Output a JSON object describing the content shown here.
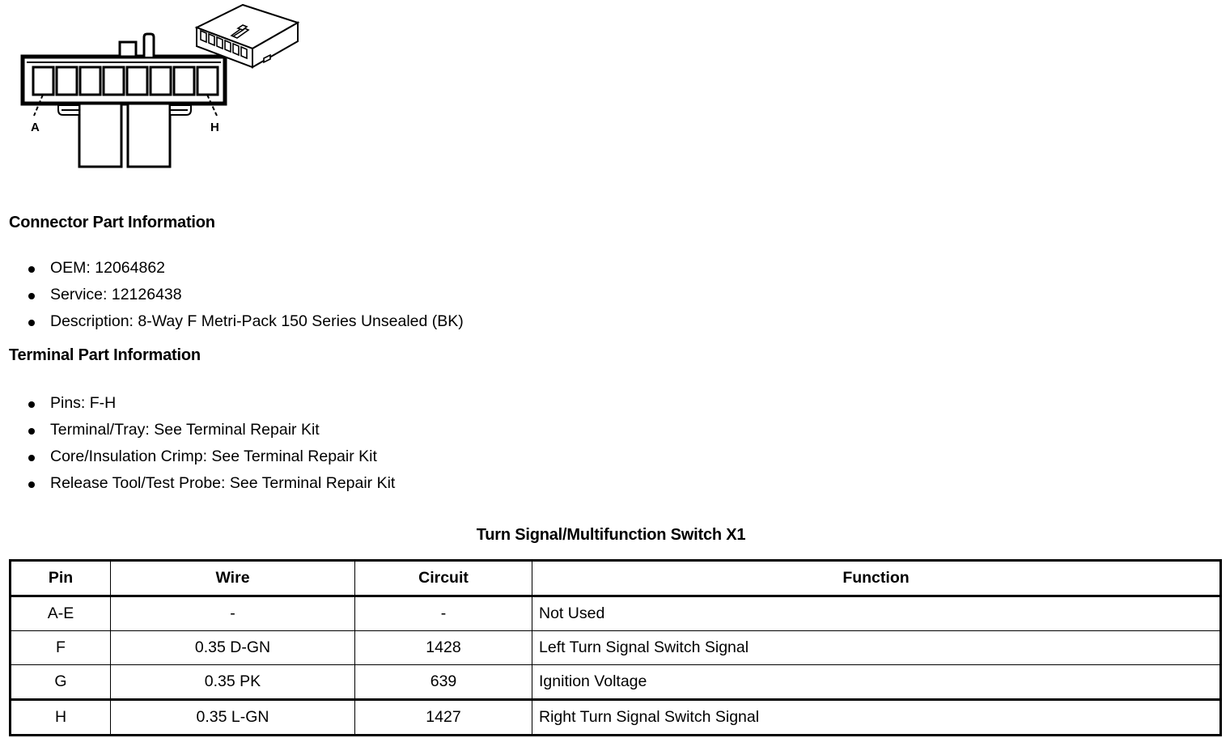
{
  "figure": {
    "name": "8-way connector illustration",
    "front_view_label_left": "A",
    "front_view_label_right": "H",
    "cavity_count": 8
  },
  "connector_part": {
    "heading": "Connector Part Information",
    "items": [
      "OEM: 12064862",
      "Service: 12126438",
      "Description: 8-Way F Metri-Pack 150 Series Unsealed (BK)"
    ]
  },
  "terminal_part": {
    "heading": "Terminal Part Information",
    "items": [
      "Pins: F-H",
      "Terminal/Tray: See Terminal Repair Kit",
      "Core/Insulation Crimp: See Terminal Repair Kit",
      "Release Tool/Test Probe: See Terminal Repair Kit"
    ]
  },
  "table": {
    "title": "Turn Signal/Multifunction Switch X1",
    "columns": [
      "Pin",
      "Wire",
      "Circuit",
      "Function"
    ],
    "rows": [
      {
        "pin": "A-E",
        "wire": "-",
        "circuit": "-",
        "function": "Not Used"
      },
      {
        "pin": "F",
        "wire": "0.35 D-GN",
        "circuit": "1428",
        "function": "Left Turn Signal Switch Signal"
      },
      {
        "pin": "G",
        "wire": "0.35 PK",
        "circuit": "639",
        "function": "Ignition Voltage"
      },
      {
        "pin": "H",
        "wire": "0.35 L-GN",
        "circuit": "1427",
        "function": "Right Turn Signal Switch Signal"
      }
    ]
  },
  "colors": {
    "ink": "#000000",
    "paper": "#ffffff"
  }
}
